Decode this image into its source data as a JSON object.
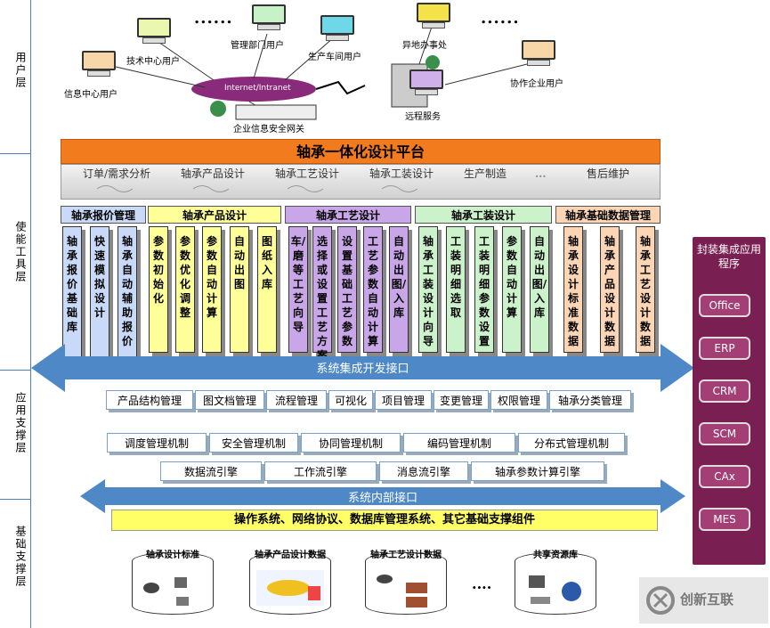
{
  "layers": {
    "user": "用户层",
    "tools": "使能工具层",
    "support": "应用支撑层",
    "base": "基础支撑层"
  },
  "users": {
    "tech_center": "技术中心用户",
    "mgmt_dept": "管理部门用户",
    "production": "生产车间用户",
    "remote_office": "异地办事处",
    "info_center": "信息中心用户",
    "partner": "协作企业用户",
    "network": "Internet/Intranet",
    "gateway": "企业信息安全网关",
    "remote_service": "远程服务",
    "ellipsis": "......"
  },
  "platform": {
    "title": "轴承一体化设计平台",
    "phases": [
      "订单/需求分析",
      "轴承产品设计",
      "轴承工艺设计",
      "轴承工装设计",
      "生产制造",
      "售后维护"
    ],
    "phase_ellipsis": "..."
  },
  "modules": [
    {
      "title": "轴承报价管理",
      "color": "#c9daf8",
      "cols": [
        "轴承报价基础库",
        "快速模拟设计",
        "轴承自动辅助报价"
      ]
    },
    {
      "title": "轴承产品设计",
      "color": "#ffff99",
      "cols": [
        "参数初始化",
        "参数优化调整",
        "参数自动计算",
        "自动出图",
        "图纸入库"
      ]
    },
    {
      "title": "轴承工艺设计",
      "color": "#c9a6e8",
      "cols": [
        "车/磨等工艺向导",
        "选择或设置工艺方案",
        "设置基础工艺参数",
        "工艺参数自动计算",
        "自动出图/入库"
      ]
    },
    {
      "title": "轴承工装设计",
      "color": "#ccf2cc",
      "cols": [
        "轴承工装设计向导",
        "工装明细选取",
        "工装明细参数设置",
        "参数自动计算",
        "自动出图/入库"
      ]
    },
    {
      "title": "轴承基础数据管理",
      "color": "#fcd5b4",
      "cols": [
        "轴承设计标准数据",
        "轴承产品设计数据",
        "轴承工艺设计数据"
      ]
    }
  ],
  "integration_interface": "系统集成开发接口",
  "support_row1": [
    "产品结构管理",
    "图文档管理",
    "流程管理",
    "可视化",
    "项目管理",
    "变更管理",
    "权限管理",
    "轴承分类管理"
  ],
  "support_row2": [
    "调度管理机制",
    "安全管理机制",
    "协同管理机制",
    "编码管理机制",
    "分布式管理机制"
  ],
  "support_row3": [
    "数据流引擎",
    "工作流引擎",
    "消息流引擎",
    "轴承参数计算引擎"
  ],
  "internal_interface": "系统内部接口",
  "base_platform": "操作系统、网络协议、数据库管理系统、其它基础支撑组件",
  "databases": [
    "轴承设计标准",
    "轴承产品设计数据",
    "轴承工艺设计数据",
    "共享资源库"
  ],
  "db_ellipsis": "....",
  "sidebar": {
    "title": "封装集成应用程序",
    "items": [
      "Office",
      "ERP",
      "CRM",
      "SCM",
      "CAx",
      "MES"
    ]
  },
  "watermark": "创新互联"
}
